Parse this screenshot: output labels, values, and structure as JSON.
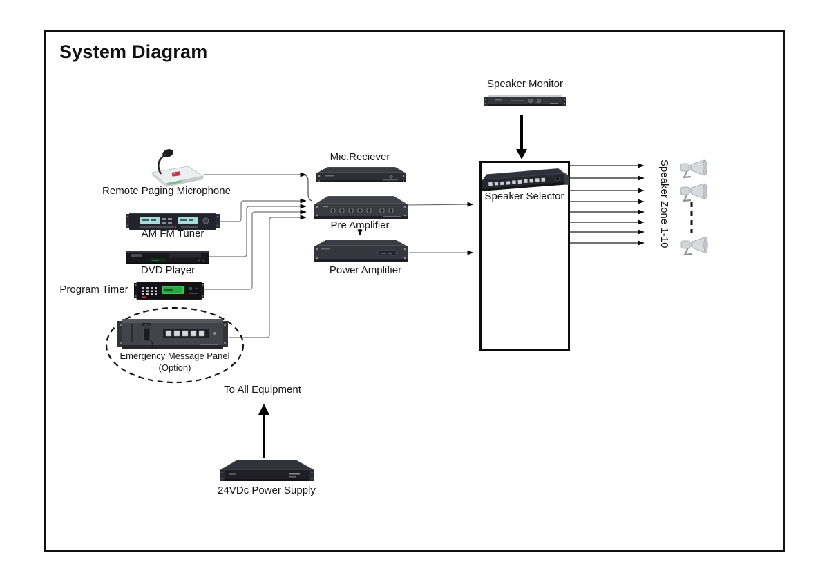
{
  "title": "System Diagram",
  "nodes": {
    "speaker_monitor": {
      "label": "Speaker Monitor"
    },
    "mic_receiver": {
      "label": "Mic.Reciever"
    },
    "remote_paging_microphone": {
      "label": "Remote Paging Microphone"
    },
    "am_fm_tuner": {
      "label": "AM FM Tuner"
    },
    "dvd_player": {
      "label": "DVD Player"
    },
    "program_timer": {
      "label": "Program Timer"
    },
    "emergency_message_panel": {
      "label": "Emergency Message Panel",
      "sublabel": "(Option)"
    },
    "pre_amplifier": {
      "label": "Pre Amplifier"
    },
    "power_amplifier": {
      "label": "Power Amplifier"
    },
    "speaker_selector": {
      "label": "Speaker Selector"
    },
    "speaker_zone": {
      "label": "Speaker Zone 1-10",
      "zone_output_arrows": 8,
      "speaker_icons": 3
    },
    "to_all_equipment": {
      "label": "To All Equipment"
    },
    "power_supply": {
      "label": "24VDc Power Supply"
    }
  },
  "connections": [
    {
      "from": "remote_paging_microphone",
      "to": "mic_receiver"
    },
    {
      "from": "mic_receiver",
      "to": "pre_amplifier"
    },
    {
      "from": "am_fm_tuner",
      "to": "pre_amplifier"
    },
    {
      "from": "dvd_player",
      "to": "pre_amplifier"
    },
    {
      "from": "program_timer",
      "to": "pre_amplifier"
    },
    {
      "from": "emergency_message_panel",
      "to": "pre_amplifier"
    },
    {
      "from": "pre_amplifier",
      "to": "power_amplifier"
    },
    {
      "from": "pre_amplifier",
      "to": "speaker_selector"
    },
    {
      "from": "power_amplifier",
      "to": "speaker_selector"
    },
    {
      "from": "speaker_monitor",
      "to": "speaker_selector"
    },
    {
      "from": "speaker_selector",
      "to": "speaker_zone",
      "count": 8
    },
    {
      "from": "power_supply",
      "to": "to_all_equipment"
    }
  ],
  "colors": {
    "frame_border": "#111111",
    "wire_gray": "#8a8a8a",
    "wire_dark": "#222222",
    "arrow_black": "#000000",
    "lcd_green": "#3ec455",
    "tuner_display_cyan": "#a8dcd4",
    "device_dark": "#2e2e35",
    "horn_gray": "#d6d9dc"
  }
}
